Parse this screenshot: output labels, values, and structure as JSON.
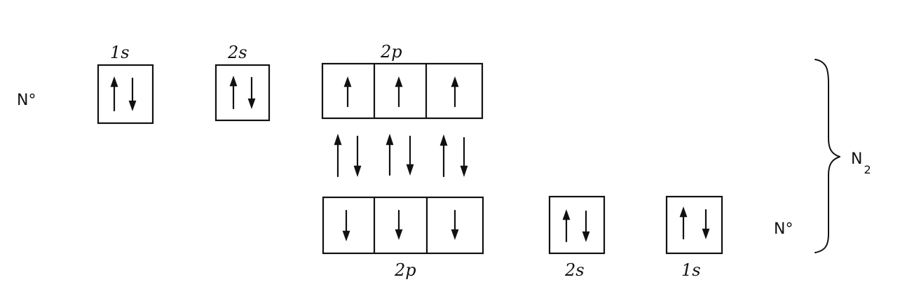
{
  "top_atom": {
    "label": "N°",
    "orbitals": [
      {
        "label": "1s",
        "electrons": [
          "up",
          "down"
        ]
      },
      {
        "label": "2s",
        "electrons": [
          "up",
          "down"
        ]
      },
      {
        "label": "2p",
        "cells": [
          [
            "up"
          ],
          [
            "up"
          ],
          [
            "up"
          ]
        ]
      }
    ]
  },
  "bottom_atom": {
    "label": "N°",
    "orbitals": [
      {
        "label": "2p",
        "cells": [
          [
            "down"
          ],
          [
            "down"
          ],
          [
            "down"
          ]
        ]
      },
      {
        "label": "2s",
        "electrons": [
          "up",
          "down"
        ]
      },
      {
        "label": "1s",
        "electrons": [
          "up",
          "down"
        ]
      }
    ]
  },
  "shared_pairs": [
    [
      "up",
      "down"
    ],
    [
      "up",
      "down"
    ],
    [
      "up",
      "down"
    ]
  ],
  "molecule": {
    "label": "N",
    "subscript": "2"
  }
}
